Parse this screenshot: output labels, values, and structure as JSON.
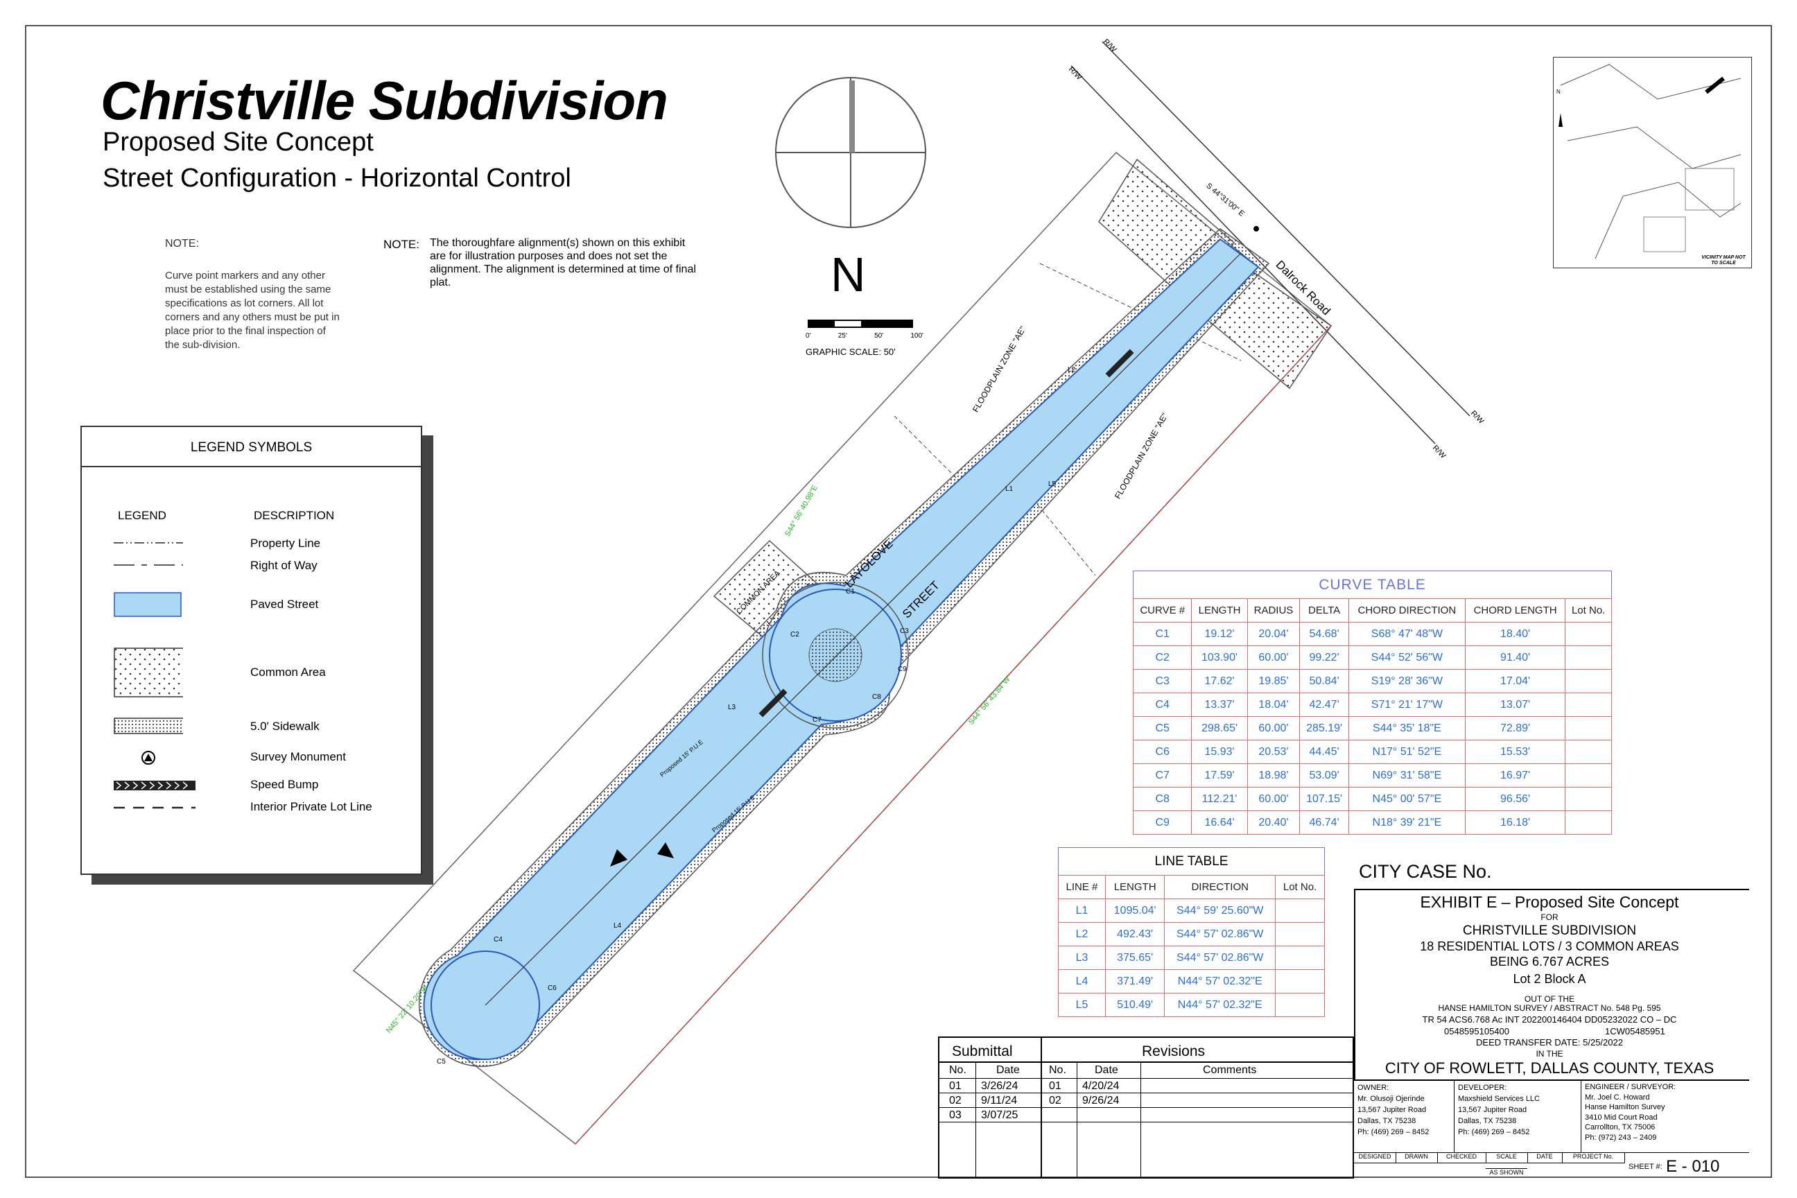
{
  "title": {
    "main": "Christville Subdivision",
    "line1": "Proposed Site Concept",
    "line2": "Street Configuration - Horizontal Control"
  },
  "note_left": {
    "heading": "NOTE:",
    "text": "Curve point markers and any other must be established using the same specifications as lot corners. All lot corners and any others must be put in place prior to the final inspection of the sub-division."
  },
  "note_right": {
    "label": "NOTE:",
    "text": "The thoroughfare alignment(s) shown on this exhibit are for illustration purposes and does not set the alignment. The alignment is determined at time of final plat."
  },
  "north": {
    "label": "N",
    "scale_ticks": [
      "0'",
      "25'",
      "50'",
      "100'"
    ],
    "scale_label": "GRAPHIC SCALE: 50'"
  },
  "legend": {
    "title": "LEGEND SYMBOLS",
    "col_legend": "LEGEND",
    "col_desc": "DESCRIPTION",
    "items": [
      {
        "symbol": "property-line",
        "label": "Property Line"
      },
      {
        "symbol": "right-of-way",
        "label": "Right of Way"
      },
      {
        "symbol": "paved-street",
        "label": "Paved Street"
      },
      {
        "symbol": "common-area",
        "label": "Common Area"
      },
      {
        "symbol": "sidewalk",
        "label": "5.0' Sidewalk"
      },
      {
        "symbol": "survey-monument",
        "label": "Survey Monument"
      },
      {
        "symbol": "speed-bump",
        "label": "Speed Bump"
      },
      {
        "symbol": "interior-lot-line",
        "label": "Interior Private Lot Line"
      }
    ]
  },
  "map_labels": {
    "street": "LAYOLOVE",
    "street2": "STREET",
    "road": "Dalrock Road",
    "floodplain": "FLOODPLAIN ZONE \"AE\"",
    "common_area": "COMMON AREA",
    "rw": "R/W",
    "bearing_top": "S 44°31'00\" E",
    "bearing_green1": "S44° 56' 40.98\"E",
    "bearing_green2": "S44° 56' 43.84\"W",
    "bearing_green3": "N45° 22' 10.20\"W",
    "ue": "Proposed 15' P.U.E",
    "curves": [
      "C1",
      "C2",
      "C3",
      "C4",
      "C5",
      "C6",
      "C7",
      "C8",
      "C9"
    ],
    "lines": [
      "L1",
      "L2",
      "L3",
      "L4",
      "L5"
    ]
  },
  "curve_table": {
    "title": "CURVE TABLE",
    "headers": [
      "CURVE #",
      "LENGTH",
      "RADIUS",
      "DELTA",
      "CHORD DIRECTION",
      "CHORD LENGTH",
      "Lot No."
    ],
    "rows": [
      [
        "C1",
        "19.12'",
        "20.04'",
        "54.68'",
        "S68° 47' 48\"W",
        "18.40'",
        ""
      ],
      [
        "C2",
        "103.90'",
        "60.00'",
        "99.22'",
        "S44° 52' 56\"W",
        "91.40'",
        ""
      ],
      [
        "C3",
        "17.62'",
        "19.85'",
        "50.84'",
        "S19° 28' 36\"W",
        "17.04'",
        ""
      ],
      [
        "C4",
        "13.37'",
        "18.04'",
        "42.47'",
        "S71° 21' 17\"W",
        "13.07'",
        ""
      ],
      [
        "C5",
        "298.65'",
        "60.00'",
        "285.19'",
        "S44° 35' 18\"E",
        "72.89'",
        ""
      ],
      [
        "C6",
        "15.93'",
        "20.53'",
        "44.45'",
        "N17° 51' 52\"E",
        "15.53'",
        ""
      ],
      [
        "C7",
        "17.59'",
        "18.98'",
        "53.09'",
        "N69° 31' 58\"E",
        "16.97'",
        ""
      ],
      [
        "C8",
        "112.21'",
        "60.00'",
        "107.15'",
        "N45° 00' 57\"E",
        "96.56'",
        ""
      ],
      [
        "C9",
        "16.64'",
        "20.40'",
        "46.74'",
        "N18° 39' 21\"E",
        "16.18'",
        ""
      ]
    ]
  },
  "line_table": {
    "title": "LINE TABLE",
    "headers": [
      "LINE #",
      "LENGTH",
      "DIRECTION",
      "Lot No."
    ],
    "rows": [
      [
        "L1",
        "1095.04'",
        "S44° 59' 25.60\"W",
        ""
      ],
      [
        "L2",
        "492.43'",
        "S44° 57' 02.86\"W",
        ""
      ],
      [
        "L3",
        "375.65'",
        "S44° 57' 02.86\"W",
        ""
      ],
      [
        "L4",
        "371.49'",
        "N44° 57' 02.32\"E",
        ""
      ],
      [
        "L5",
        "510.49'",
        "N44° 57' 02.32\"E",
        ""
      ]
    ]
  },
  "title_block": {
    "city_case": "CITY CASE No.",
    "exhibit": "EXHIBIT E – Proposed Site Concept",
    "for": "FOR",
    "subdivision": "CHRISTVILLE SUBDIVISION",
    "lots": "18 RESIDENTIAL LOTS / 3 COMMON AREAS",
    "acres": "BEING 6.767 ACRES",
    "lot_block": "Lot 2 Block A",
    "out_of": "OUT OF THE",
    "survey": "HANSE HAMILTON SURVEY / ABSTRACT No. 548 Pg. 595",
    "tr": "TR 54 ACS6.768 Ac INT 202200146404 DD05232022 CO – DC",
    "acct1": "0548595105400",
    "acct2": "1CW05485951",
    "deed": "DEED TRANSFER DATE: 5/25/2022",
    "in_the": "IN THE",
    "city": "CITY OF ROWLETT, DALLAS COUNTY, TEXAS",
    "owner": {
      "label": "OWNER:",
      "name": "Mr. Olusoji Ojerinde",
      "addr1": "13,567 Jupiter Road",
      "addr2": "Dallas, TX 75238",
      "phone": "Ph: (469) 269 – 8452"
    },
    "developer": {
      "label": "DEVELOPER:",
      "name": "Maxshield Services LLC",
      "addr1": "13,567 Jupiter Road",
      "addr2": "Dallas, TX 75238",
      "phone": "Ph: (469) 269 – 8452"
    },
    "engineer": {
      "label": "ENGINEER / SURVEYOR:",
      "name": "Mr. Joel C. Howard",
      "firm": "Hanse Hamilton Survey",
      "addr1": "3410 Mid Court Road",
      "addr2": "Carrollton, TX 75006",
      "phone": "Ph: (972) 243 – 2409"
    },
    "footer_cols": [
      "DESIGNED",
      "DRAWN",
      "CHECKED",
      "SCALE",
      "DATE",
      "PROJECT No."
    ],
    "scale_value": "AS SHOWN",
    "sheet_label": "SHEET #:",
    "sheet": "E - 010"
  },
  "submittal": {
    "title": "Submittal",
    "rev_title": "Revisions",
    "headers": [
      "No.",
      "Date",
      "No.",
      "Date",
      "Comments"
    ],
    "submittals": [
      [
        "01",
        "3/26/24"
      ],
      [
        "02",
        "9/11/24"
      ],
      [
        "03",
        "3/07/25"
      ]
    ],
    "revisions": [
      [
        "01",
        "4/20/24"
      ],
      [
        "02",
        "9/26/24"
      ]
    ]
  },
  "vicinity": {
    "label": "VICINITY MAP NOT TO SCALE",
    "north": "N"
  },
  "colors": {
    "street": "#aad8f5",
    "street_stroke": "#2858b8",
    "table_border": "#e06b6b",
    "table_text": "#2b6fd6",
    "green": "#22b822"
  }
}
